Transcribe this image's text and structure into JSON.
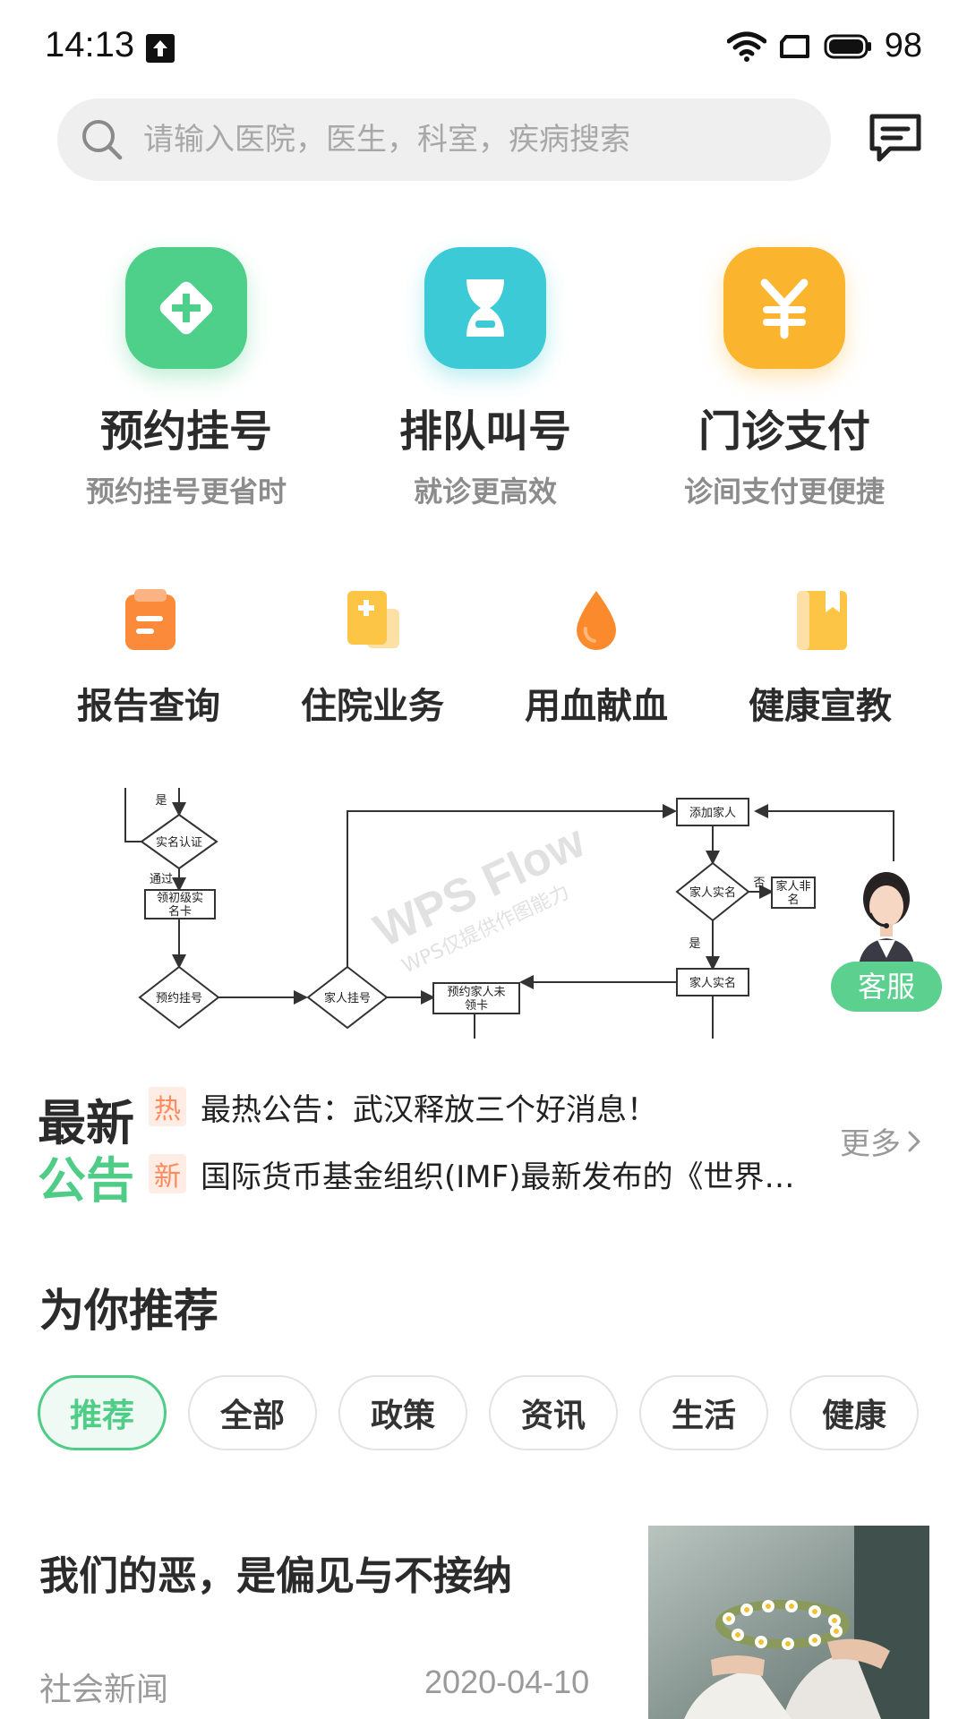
{
  "status_bar": {
    "time": "14:13",
    "battery": "98"
  },
  "search": {
    "placeholder": "请输入医院，医生，科室，疾病搜索"
  },
  "primary_services": [
    {
      "title": "预约挂号",
      "subtitle": "预约挂号更省时",
      "icon": "plus-diamond-icon",
      "color": "#4fd08a"
    },
    {
      "title": "排队叫号",
      "subtitle": "就诊更高效",
      "icon": "hourglass-icon",
      "color": "#3ccad6"
    },
    {
      "title": "门诊支付",
      "subtitle": "诊间支付更便捷",
      "icon": "yen-icon",
      "color": "#fbb42d"
    }
  ],
  "secondary_services": [
    {
      "title": "报告查询",
      "icon": "report-clipboard-icon",
      "color": "#fb8a3a"
    },
    {
      "title": "住院业务",
      "icon": "hospital-document-icon",
      "color": "#fcc545"
    },
    {
      "title": "用血献血",
      "icon": "blood-drop-icon",
      "color": "#fb8a2c"
    },
    {
      "title": "健康宣教",
      "icon": "book-bookmark-icon",
      "color": "#fcc545"
    }
  ],
  "banner": {
    "watermark": "WPS Flow",
    "watermark_sub": "WPS仅提供作图能力",
    "nodes": {
      "realname": "实名认证",
      "pass": "通过",
      "yes1": "是",
      "first_card_l1": "领初级实",
      "first_card_l2": "名卡",
      "register": "预约挂号",
      "family_register": "家人挂号",
      "reserve_l1": "预约家人未",
      "reserve_l2": "领卡",
      "add_family": "添加家人",
      "family_realname": "家人实名",
      "no": "否",
      "family_non_l1": "家人非",
      "family_non_l2": "名",
      "yes2": "是",
      "family_realname2": "家人实名"
    }
  },
  "customer_service": {
    "label": "客服"
  },
  "announcements": {
    "tag_line1": "最新",
    "tag_line2": "公告",
    "items": [
      {
        "badge": "热",
        "text": "最热公告：武汉释放三个好消息！",
        "badge_color": "#ff8a5c"
      },
      {
        "badge": "新",
        "text": "国际货币基金组织(IMF)最新发布的《世界…",
        "badge_color": "#ff8a5c"
      }
    ],
    "more": "更多"
  },
  "recommend": {
    "title": "为你推荐",
    "tabs": [
      "推荐",
      "全部",
      "政策",
      "资讯",
      "生活",
      "健康"
    ],
    "active_tab": "推荐"
  },
  "article": {
    "title": "我们的恶，是偏见与不接纳",
    "category": "社会新闻",
    "date": "2020-04-10"
  },
  "colors": {
    "accent": "#4fcc86"
  }
}
